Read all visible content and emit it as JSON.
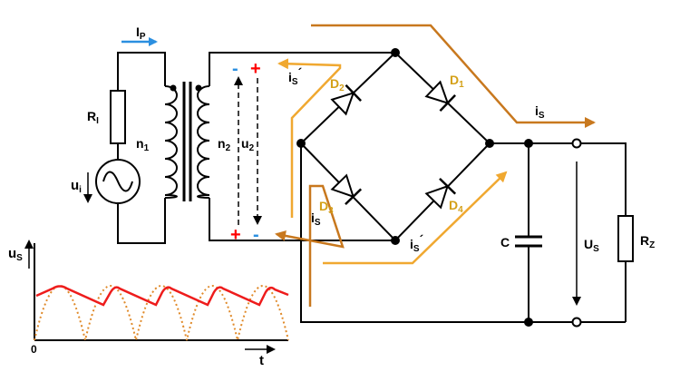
{
  "labels": {
    "ip": "I",
    "ip_sub": "P",
    "ri": "R",
    "ri_sub": "I",
    "ui": "u",
    "ui_sub": "i",
    "n1": "n",
    "n1_sub": "1",
    "n2": "n",
    "n2_sub": "2",
    "u2": "u",
    "u2_sub": "2",
    "is_top": "i",
    "is_top_sub": "S",
    "is_top_prime": "´",
    "is_mid": "i",
    "is_mid_sub": "S",
    "is_low": "i",
    "is_low_sub": "S",
    "is_bottom": "i",
    "is_bottom_sub": "S",
    "is_bottom_prime": "´",
    "d1": "D",
    "d1_sub": "1",
    "d2": "D",
    "d2_sub": "2",
    "d3": "D",
    "d3_sub": "3",
    "d4": "D",
    "d4_sub": "4",
    "c": "C",
    "us": "U",
    "us_sub": "S",
    "rz": "R",
    "rz_sub": "Z",
    "plus": "+",
    "minus": "-",
    "graph_y": "u",
    "graph_y_sub": "S",
    "graph_x": "t",
    "graph_origin": "0"
  },
  "colors": {
    "wire": "#000000",
    "ip_arrow": "#2b8fe0",
    "path_d1_d4": "#c8781e",
    "path_d2_d3": "#f0a830",
    "plus": "#ff0000",
    "minus": "#2b8fe0",
    "ripple": "#ee1c1c",
    "rectified": "#e08a2a",
    "diode_label": "#d4a017"
  }
}
